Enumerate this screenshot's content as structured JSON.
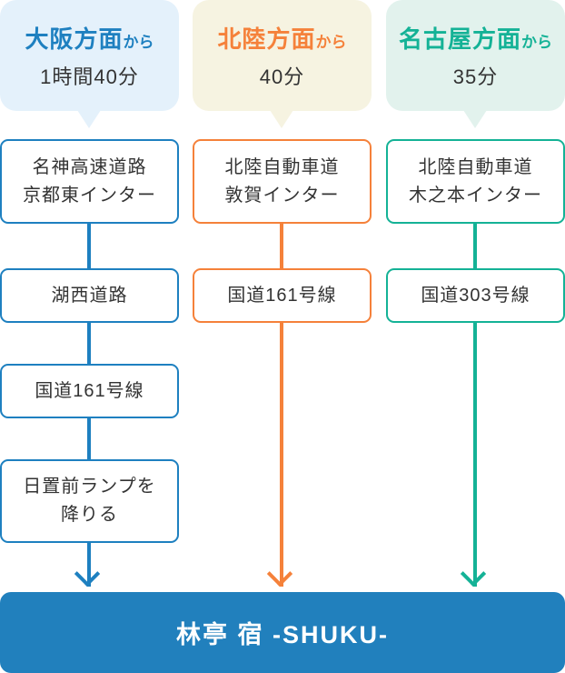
{
  "colors": {
    "osaka_blue": "#1e80c0",
    "osaka_bubble_bg": "#e4f1fb",
    "hokuriku_orange": "#f5813a",
    "hokuriku_bubble_bg": "#f6f3e1",
    "nagoya_teal": "#14b296",
    "nagoya_bubble_bg": "#e2f2ed",
    "destination_bar_blue": "#2180bd",
    "body_text": "#333333"
  },
  "columns": [
    {
      "id": "osaka",
      "header": {
        "region": "大阪方面",
        "from_suffix": "から",
        "duration": "1時間40分"
      },
      "steps": [
        "名神高速道路\n京都東インター",
        "湖西道路",
        "国道161号線",
        "日置前ランプを\n降りる"
      ]
    },
    {
      "id": "hokuriku",
      "header": {
        "region": "北陸方面",
        "from_suffix": "から",
        "duration": "40分"
      },
      "steps": [
        "北陸自動車道\n敦賀インター",
        "国道161号線"
      ]
    },
    {
      "id": "nagoya",
      "header": {
        "region": "名古屋方面",
        "from_suffix": "から",
        "duration": "35分"
      },
      "steps": [
        "北陸自動車道\n木之本インター",
        "国道303号線"
      ]
    }
  ],
  "destination": {
    "label": "林亭 宿 -SHUKU-"
  }
}
